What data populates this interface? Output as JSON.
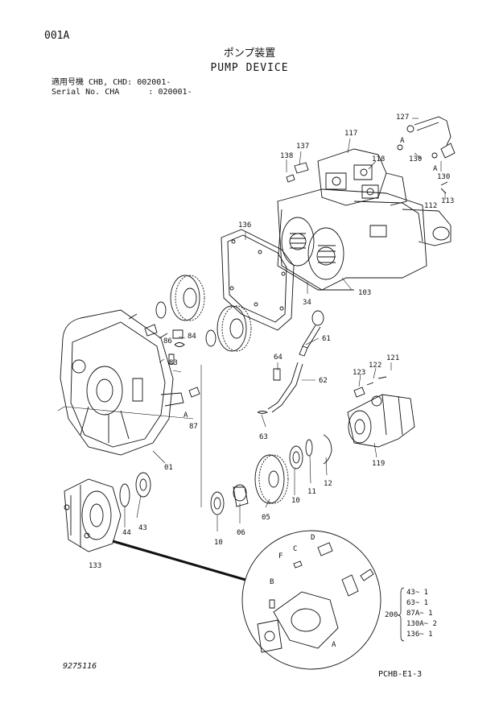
{
  "header": {
    "page_id": "001A",
    "title_jp": "ポンプ装置",
    "title_en": "PUMP DEVICE",
    "serial_line1": "適用号機 CHB, CHD: 002001-",
    "serial_line2": "Serial No. CHA      : 020001-"
  },
  "parts": {
    "p127": "127",
    "p117": "117",
    "p137": "137",
    "p138": "138",
    "p118": "118",
    "p130a": "130",
    "p130b": "130",
    "A1": "A",
    "A2": "A",
    "p113": "113",
    "p112": "112",
    "p136": "136",
    "p103": "103",
    "p34": "34",
    "p86": "86",
    "p84": "84",
    "p83": "83",
    "p61": "61",
    "p64": "64",
    "p62": "62",
    "p121": "121",
    "p122": "122",
    "p123": "123",
    "pA3": "A",
    "p87": "87",
    "p63": "63",
    "p01": "01",
    "p119": "119",
    "p43": "43",
    "p44": "44",
    "p10a": "10",
    "p06": "06",
    "p05": "05",
    "p10b": "10",
    "p11": "11",
    "p12": "12",
    "p133": "133",
    "pD": "D",
    "pC": "C",
    "pF": "F",
    "pB": "B",
    "pA4": "A"
  },
  "kit": {
    "number": "200",
    "items": [
      "43~ 1",
      "63~ 1",
      "87A~ 1",
      "130A~ 2",
      "136~ 1"
    ]
  },
  "footer": {
    "doc_number": "9275116",
    "doc_code": "PCHB-E1-3"
  }
}
